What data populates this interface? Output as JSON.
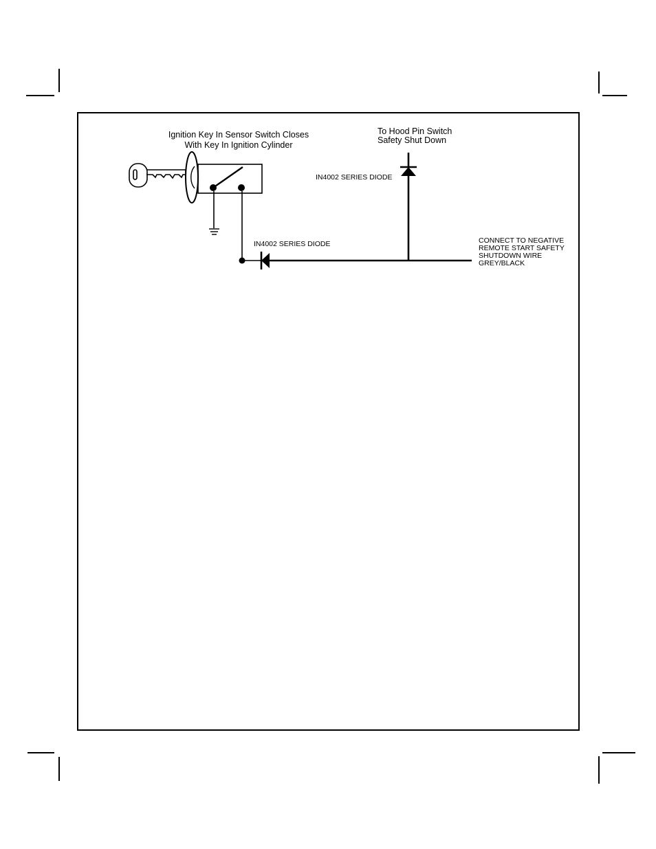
{
  "diagram": {
    "sensor_label": [
      "Ignition Key In Sensor Switch Closes",
      "With Key In Ignition Cylinder"
    ],
    "hood_label": [
      "To Hood Pin Switch",
      "Safety Shut Down"
    ],
    "hood_diode_label": "IN4002 SERIES DIODE",
    "main_diode_label": "IN4002 SERIES DIODE",
    "connect_label": [
      "CONNECT TO NEGATIVE",
      "REMOTE START SAFETY",
      "SHUTDOWN WIRE",
      "GREY/BLACK"
    ]
  },
  "colors": {
    "ink": "#000000",
    "paper": "#ffffff"
  }
}
